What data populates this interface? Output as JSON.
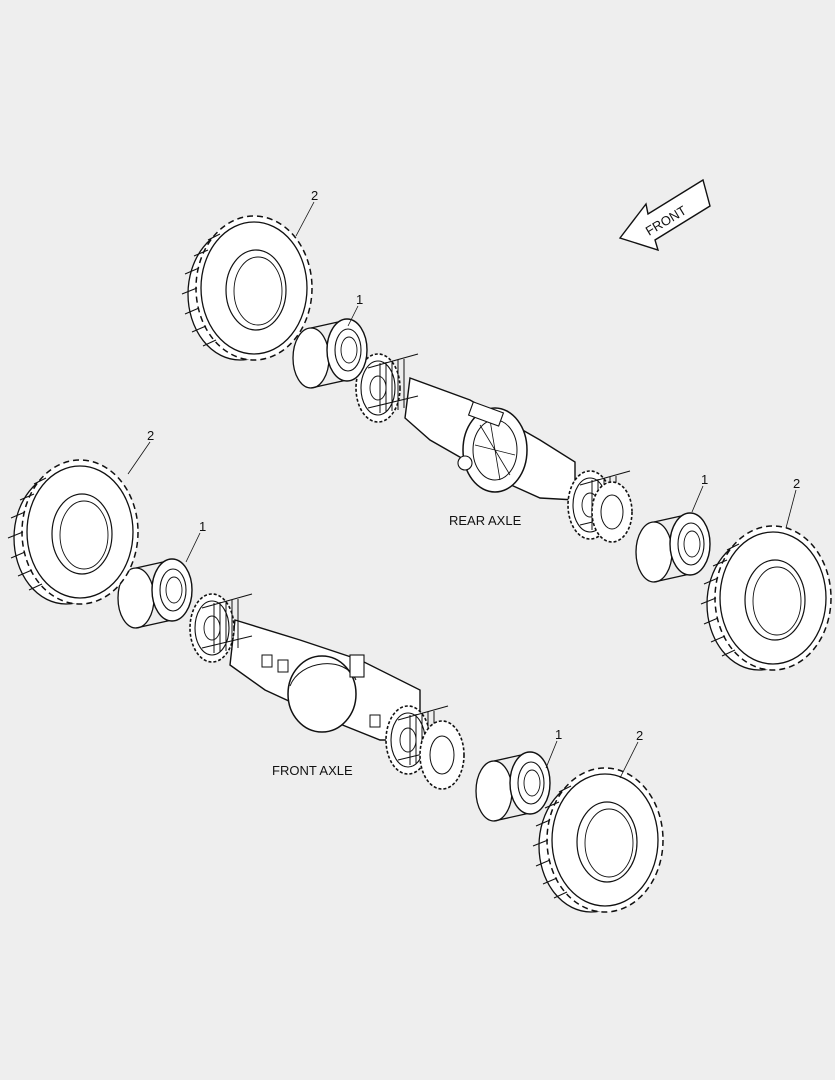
{
  "captions": {
    "rear_axle": "REAR AXLE",
    "front_axle": "FRONT AXLE"
  },
  "front_arrow": {
    "label": "FRONT"
  },
  "callouts": {
    "rim": "1",
    "tire": "2"
  },
  "colors": {
    "background": "#eeeeee",
    "line": "#111111",
    "fill": "#ffffff"
  }
}
